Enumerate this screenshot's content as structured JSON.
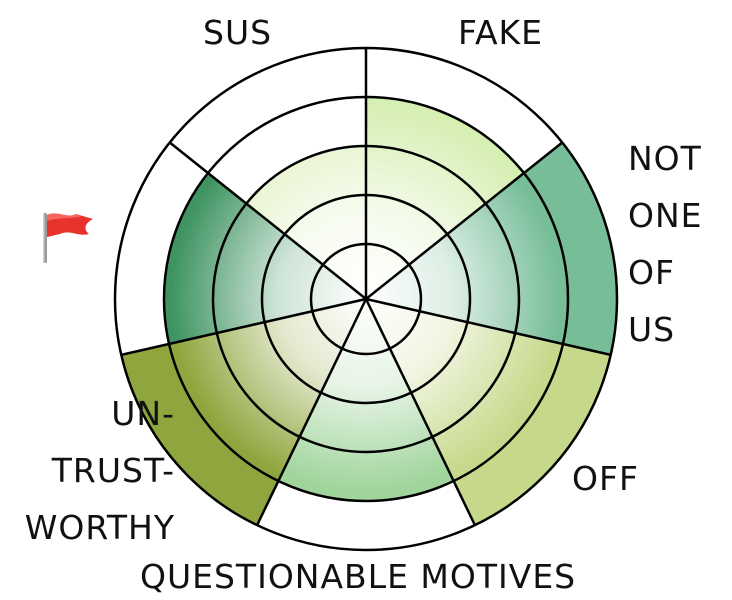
{
  "labels": {
    "sus": "SUS",
    "fake": "FAKE",
    "not_one_of_us": [
      "NOT",
      "ONE",
      "OF",
      "US"
    ],
    "off": "OFF",
    "untrustworthy": [
      "UN-",
      "TRUST-",
      "WORTHY"
    ],
    "questionable_motives": "QUESTIONABLE MOTIVES"
  },
  "flag_icon": "red-flag-icon",
  "rings": 5,
  "segments": [
    {
      "name": "fake",
      "level": 4,
      "color": "#d6efb3"
    },
    {
      "name": "not-one-of-us",
      "level": 5,
      "color": "#76bd98"
    },
    {
      "name": "off",
      "level": 5,
      "color": "#c6d98a"
    },
    {
      "name": "questionable-motives",
      "level": 4,
      "color": "#9fd49b"
    },
    {
      "name": "untrustworthy",
      "level": 5,
      "color": "#8fa63e"
    },
    {
      "name": "red-flag",
      "level": 4,
      "color": "#3f9462"
    },
    {
      "name": "sus",
      "level": 3,
      "color": "#e0f2c2"
    }
  ]
}
